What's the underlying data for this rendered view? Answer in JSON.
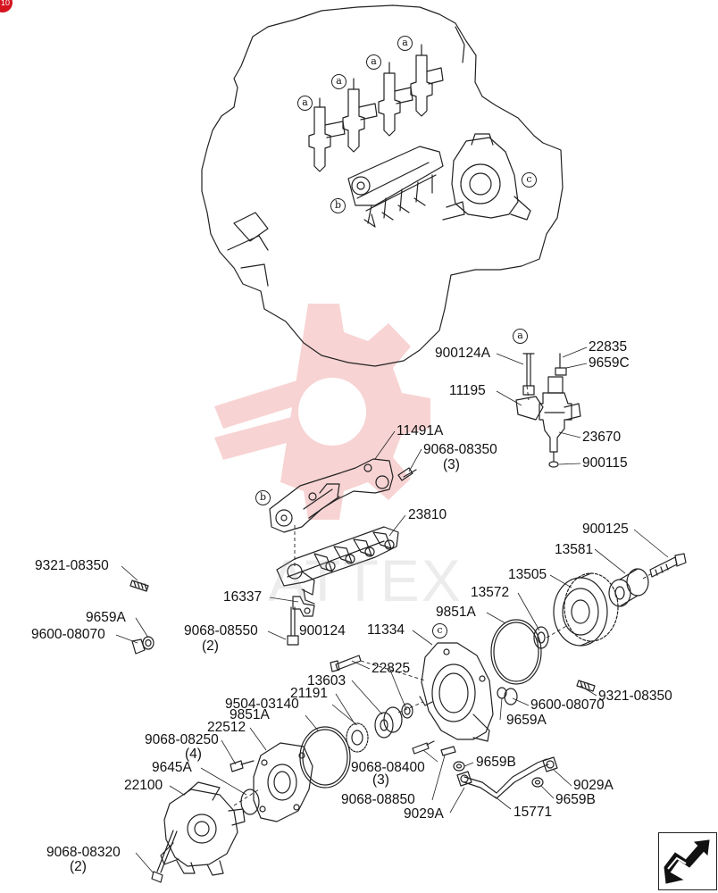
{
  "badge": "10",
  "watermark": "ATTEX",
  "colors": {
    "line": "#222222",
    "watermark": "#f0a0a0",
    "badge": "#d4141f"
  },
  "icons": {
    "navigation": "flip-arrow-icon",
    "watermark": "gear-logo"
  },
  "circles": {
    "top_a1": "a",
    "top_a2": "a",
    "top_a3": "a",
    "top_a4": "a",
    "top_b": "b",
    "top_c": "c",
    "inj_a": "a",
    "rail_b": "b",
    "pump_c": "c"
  },
  "labels": {
    "p900124A": "900124A",
    "p22835": "22835",
    "p9659C": "9659C",
    "p11195": "11195",
    "p23670": "23670",
    "p900115": "900115",
    "p11491A": "11491A",
    "p906808350": "9068-08350",
    "p906808350_qty": "(3)",
    "p23810": "23810",
    "p900125": "900125",
    "p13581": "13581",
    "p13505": "13505",
    "p932108350_left": "9321-08350",
    "p16337": "16337",
    "p13572": "13572",
    "p9851A_top": "9851A",
    "p9659A_left": "9659A",
    "p960008070_left": "9600-08070",
    "p906808550": "9068-08550",
    "p906808550_qty": "(2)",
    "p900124": "900124",
    "p11334": "11334",
    "p22825": "22825",
    "p13603": "13603",
    "p21191": "21191",
    "p950403140": "9504-03140",
    "p9851A_mid": "9851A",
    "p22512": "22512",
    "p960008070_right": "9600-08070",
    "p932108350_right": "9321-08350",
    "p9659A_right": "9659A",
    "p906808250": "9068-08250",
    "p906808250_qty": "(4)",
    "p9645A": "9645A",
    "p906808400": "9068-08400",
    "p906808400_qty": "(3)",
    "p9659B_top": "9659B",
    "p9029A_right": "9029A",
    "p9659B_bot": "9659B",
    "p22100": "22100",
    "p906808850": "9068-08850",
    "p9029A_left": "9029A",
    "p15771": "15771",
    "p906808320": "9068-08320",
    "p906808320_qty": "(2)"
  }
}
